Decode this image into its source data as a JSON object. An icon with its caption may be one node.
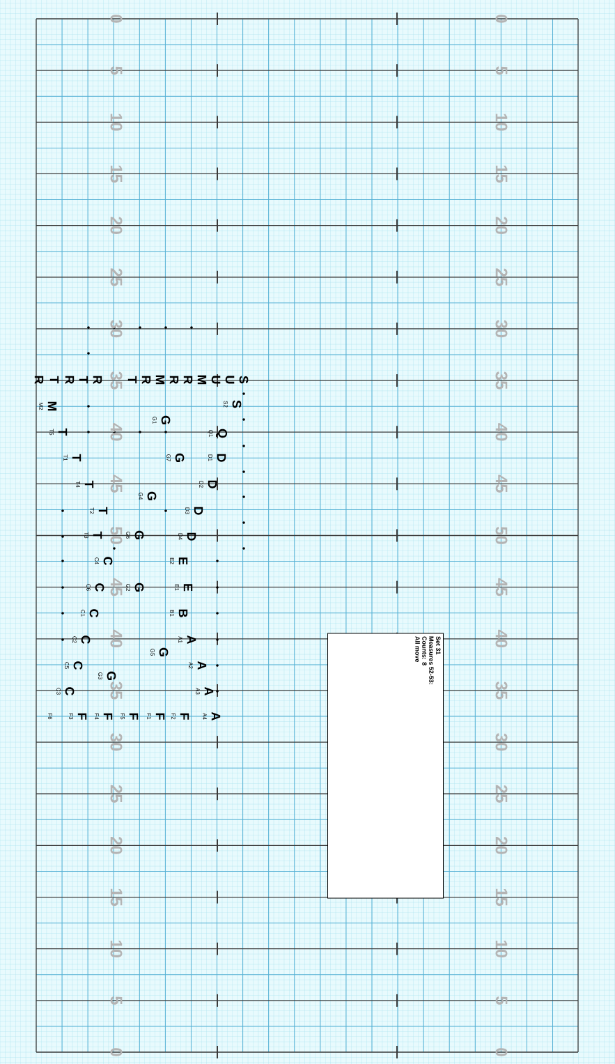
{
  "diagram": {
    "nodes": [
      {
        "text": [
          "Set 31",
          "Measures 52-53:",
          "Counts: 8",
          "All move"
        ]
      }
    ],
    "labels": [
      "0",
      "0",
      "5",
      "5",
      "10",
      "10",
      "15",
      "15",
      "20",
      "20",
      "25",
      "25",
      "30",
      "30",
      "35",
      "35",
      "40",
      "40",
      "45",
      "45",
      "50",
      "50",
      "45",
      "45",
      "40",
      "40",
      "35",
      "35",
      "30",
      "30",
      "25",
      "25",
      "20",
      "20",
      "15",
      "15",
      "10",
      "10",
      "5",
      "5",
      "0",
      "0",
      "S",
      "U",
      "U",
      "M",
      "R",
      "R",
      "M",
      "R",
      "T",
      "R",
      "T",
      "R",
      "T",
      "R",
      "S",
      "S2",
      "Q",
      "Q1",
      "G",
      "G1",
      "M",
      "M2",
      "T",
      "T5",
      "D",
      "D1",
      "G",
      "G7",
      "T",
      "T1",
      "D",
      "D2",
      "T",
      "T4",
      "G",
      "G4",
      "D",
      "D3",
      "T",
      "T2",
      "D",
      "D4",
      "G",
      "G6",
      "T",
      "T3",
      "E",
      "E2",
      "C",
      "C4",
      "E",
      "E1",
      "G",
      "G2",
      "C",
      "C6",
      "B",
      "B1",
      "C",
      "C1",
      "A",
      "A1",
      "G",
      "G5",
      "C",
      "C2",
      "A",
      "A2",
      "C",
      "C5",
      "G",
      "G3",
      "A",
      "A3",
      "C",
      "C3",
      "A",
      "A4",
      "F",
      "F2",
      "F",
      "F1",
      "F",
      "F5",
      "F",
      "F4",
      "F",
      "F3",
      "F6"
    ]
  }
}
